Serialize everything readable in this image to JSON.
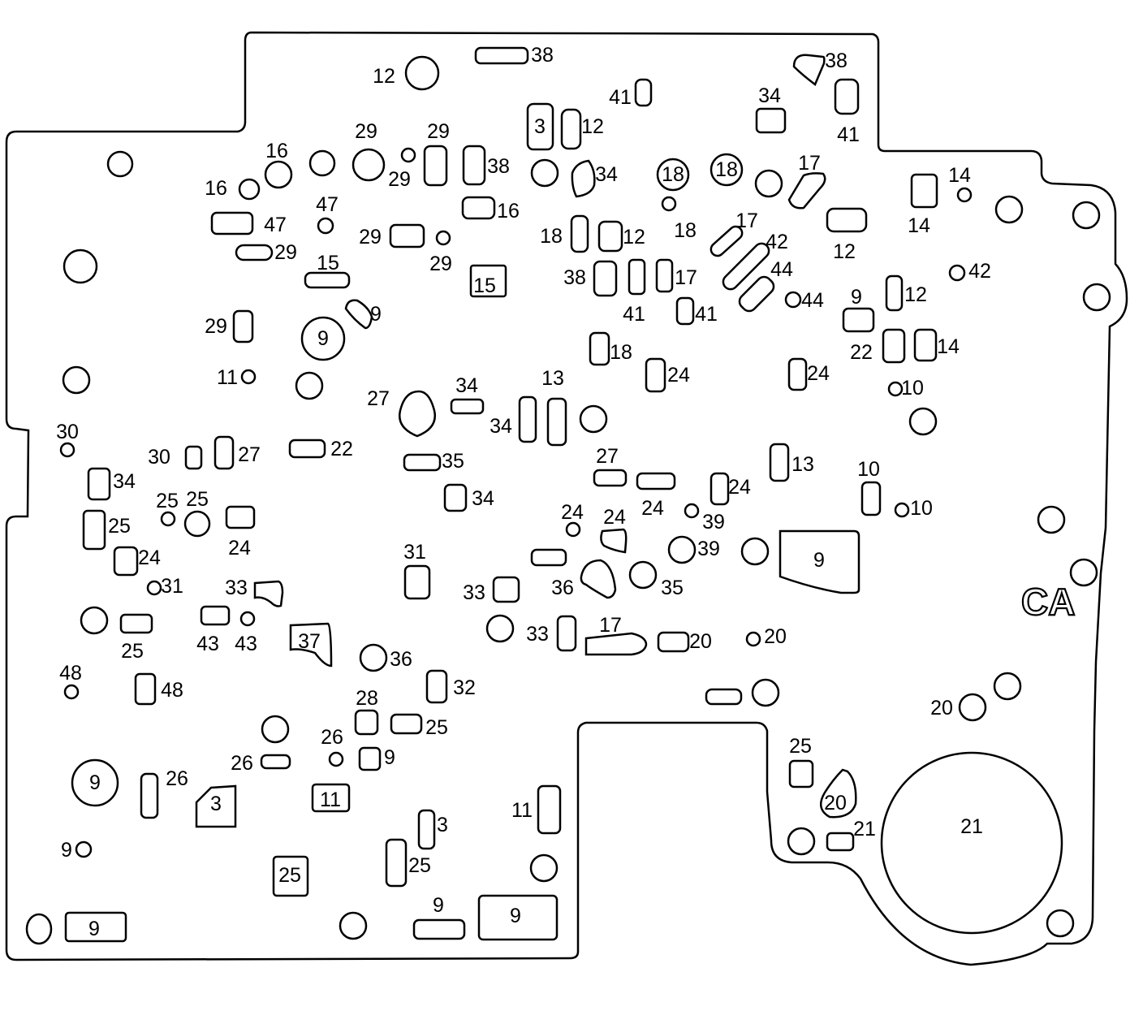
{
  "diagram_marking": "CA",
  "label_color": "#000000",
  "background_color": "#ffffff",
  "labels": [
    "12",
    "38",
    "41",
    "3",
    "12",
    "34",
    "38",
    "41",
    "29",
    "29",
    "29",
    "16",
    "16",
    "38",
    "16",
    "34",
    "18",
    "18",
    "17",
    "14",
    "14",
    "47",
    "47",
    "29",
    "29",
    "29",
    "18",
    "12",
    "18",
    "17",
    "42",
    "12",
    "42",
    "15",
    "15",
    "38",
    "17",
    "44",
    "44",
    "9",
    "12",
    "29",
    "9",
    "9",
    "41",
    "41",
    "18",
    "24",
    "24",
    "22",
    "14",
    "10",
    "11",
    "27",
    "34",
    "13",
    "34",
    "24",
    "30",
    "30",
    "27",
    "22",
    "35",
    "34",
    "27",
    "24",
    "13",
    "10",
    "10",
    "34",
    "25",
    "25",
    "25",
    "24",
    "24",
    "24",
    "24",
    "39",
    "39",
    "24",
    "9",
    "24",
    "31",
    "31",
    "33",
    "33",
    "36",
    "35",
    "CA",
    "25",
    "43",
    "43",
    "37",
    "33",
    "17",
    "20",
    "20",
    "36",
    "32",
    "48",
    "48",
    "28",
    "25",
    "26",
    "26",
    "9",
    "9",
    "20",
    "25",
    "26",
    "3",
    "11",
    "11",
    "20",
    "21",
    "21",
    "9",
    "3",
    "25",
    "25",
    "9",
    "9",
    "9"
  ]
}
